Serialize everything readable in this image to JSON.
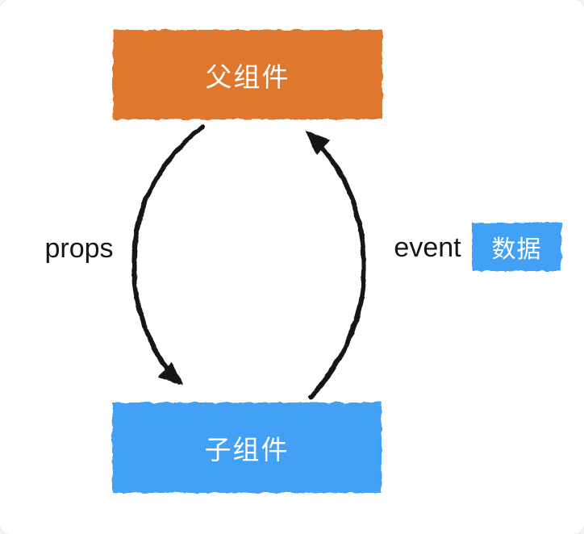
{
  "diagram": {
    "parent": {
      "label": "父组件"
    },
    "child": {
      "label": "子组件"
    },
    "data_box": {
      "label": "数据"
    },
    "arrows": {
      "props": {
        "label": "props",
        "direction": "parent-to-child"
      },
      "event": {
        "label": "event",
        "direction": "child-to-parent"
      }
    }
  },
  "colors": {
    "parent_box": "#E0772F",
    "child_box": "#42A0F5",
    "data_box": "#42A0F5",
    "arrow": "#141414",
    "box_text": "#FFFFFF",
    "annotation_text": "#161616"
  }
}
